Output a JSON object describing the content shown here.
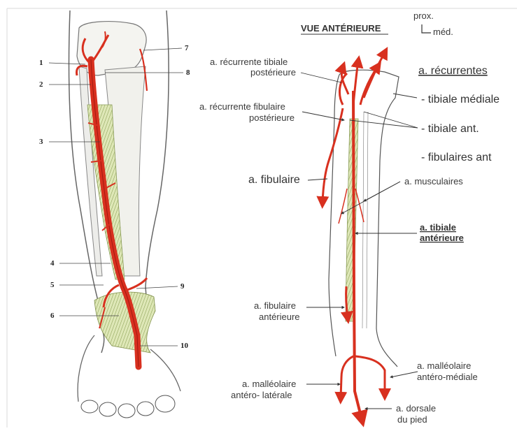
{
  "left_figure": {
    "numbers": [
      "1",
      "2",
      "3",
      "4",
      "5",
      "6",
      "7",
      "8",
      "9",
      "10"
    ]
  },
  "right_figure": {
    "title": "VUE ANTÉRIEURE",
    "orientation": {
      "proximal": "prox.",
      "medial": "méd."
    },
    "labels": {
      "recurrente_tibiale_post_1": "a. récurrente tibiale",
      "recurrente_tibiale_post_2": "postérieure",
      "recurrente_fibulaire_post_1": "a. récurrente fibulaire",
      "recurrente_fibulaire_post_2": "postérieure",
      "fibulaire": "a. fibulaire",
      "musculaires": "a. musculaires",
      "tibiale_ant_1": "a. tibiale",
      "tibiale_ant_2": "antérieure",
      "fibulaire_ant_1": "a. fibulaire",
      "fibulaire_ant_2": "antérieure",
      "malleolaire_lat_1": "a. malléolaire",
      "malleolaire_lat_2": "antéro- latérale",
      "malleolaire_med_1": "a. malléolaire",
      "malleolaire_med_2": "antéro-médiale",
      "dorsale_1": "a. dorsale",
      "dorsale_2": "du pied"
    },
    "recurrentes": {
      "heading": "a. récurrentes",
      "items": [
        "- tibiale médiale",
        "- tibiale ant.",
        "- fibulaires ant"
      ]
    }
  },
  "colors": {
    "artery": "#d8301f",
    "muscle": "#c9d69a",
    "outline": "#555555"
  }
}
